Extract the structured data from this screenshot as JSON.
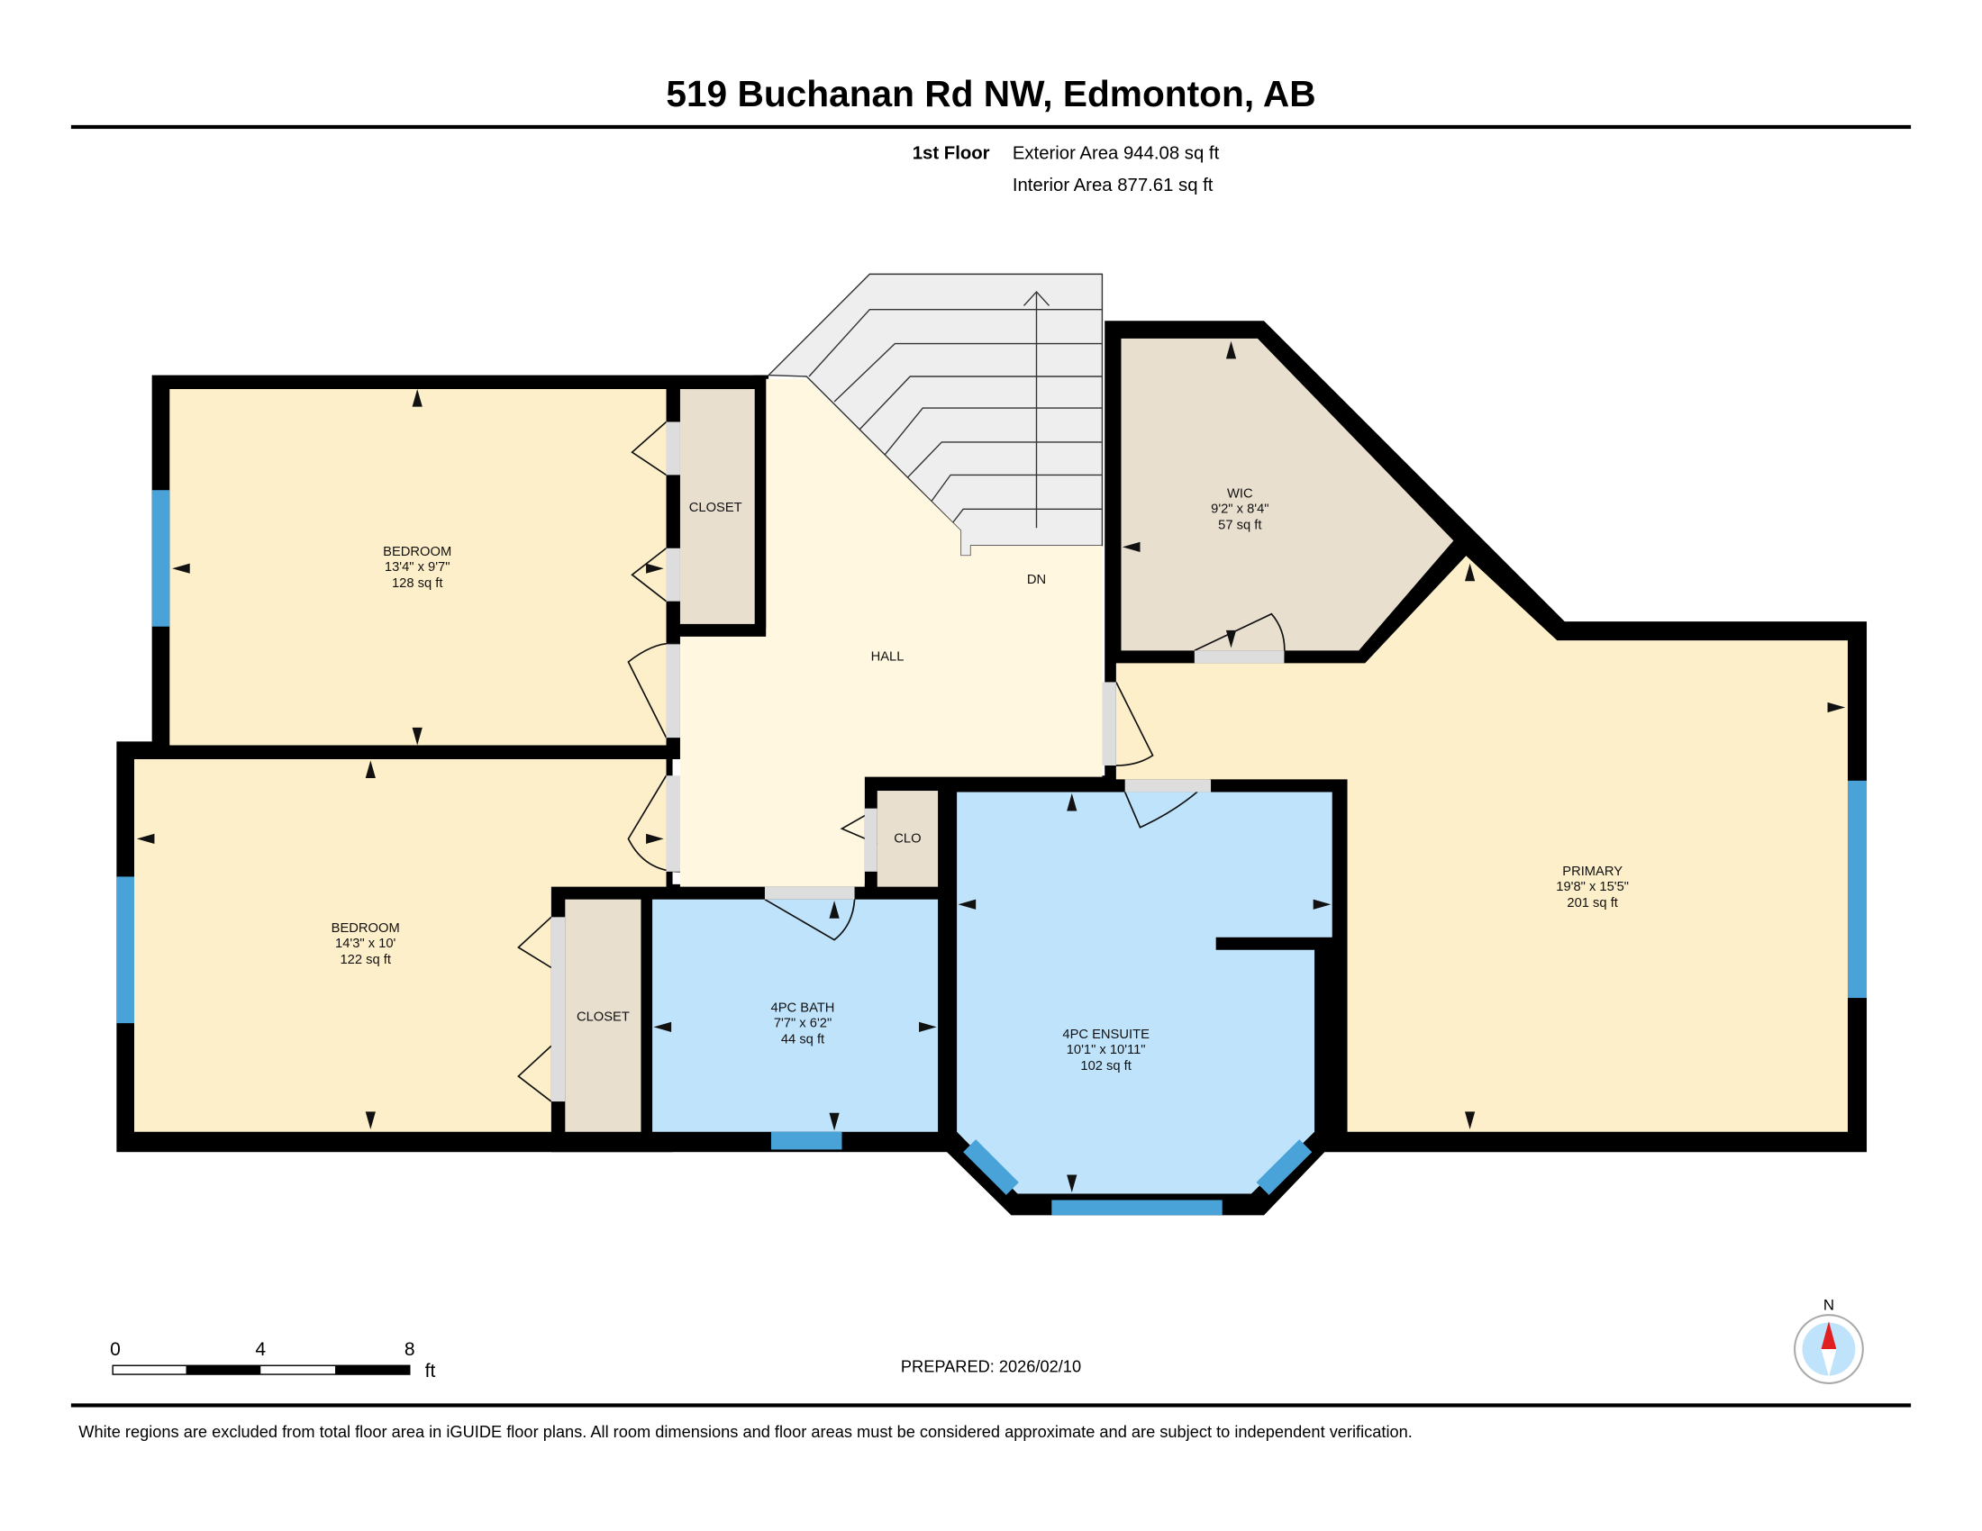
{
  "header": {
    "title": "519 Buchanan Rd NW, Edmonton, AB",
    "floor": "1st Floor",
    "exterior_area": "Exterior Area 944.08 sq ft",
    "interior_area": "Interior Area 877.61 sq ft"
  },
  "rooms": {
    "bedroom1": {
      "name": "BEDROOM",
      "dims": "13'4\" x 9'7\"",
      "area": "128 sq ft"
    },
    "closet1": {
      "name": "CLOSET"
    },
    "hall": {
      "name": "HALL"
    },
    "stairs": {
      "label": "DN"
    },
    "wic": {
      "name": "WIC",
      "dims": "9'2\" x 8'4\"",
      "area": "57 sq ft"
    },
    "primary": {
      "name": "PRIMARY",
      "dims": "19'8\" x 15'5\"",
      "area": "201 sq ft"
    },
    "bedroom2": {
      "name": "BEDROOM",
      "dims": "14'3\" x 10'",
      "area": "122 sq ft"
    },
    "closet2": {
      "name": "CLOSET"
    },
    "clo": {
      "name": "CLO"
    },
    "bath": {
      "name": "4PC BATH",
      "dims": "7'7\" x 6'2\"",
      "area": "44 sq ft"
    },
    "ensuite": {
      "name": "4PC ENSUITE",
      "dims": "10'1\" x 10'11\"",
      "area": "102 sq ft"
    }
  },
  "scale": {
    "ticks": [
      "0",
      "4",
      "8"
    ],
    "unit": "ft"
  },
  "compass": {
    "label": "N"
  },
  "prepared": "PREPARED: 2026/02/10",
  "disclaimer": "White regions are excluded from total floor area in iGUIDE floor plans. All room dimensions and floor areas must be considered approximate and are subject to independent verification.",
  "colors": {
    "bedroom": "#fdefc9",
    "hall": "#fff7e0",
    "closet": "#e8dfcf",
    "bath": "#bfe3fb",
    "window": "#4aa3d8"
  }
}
